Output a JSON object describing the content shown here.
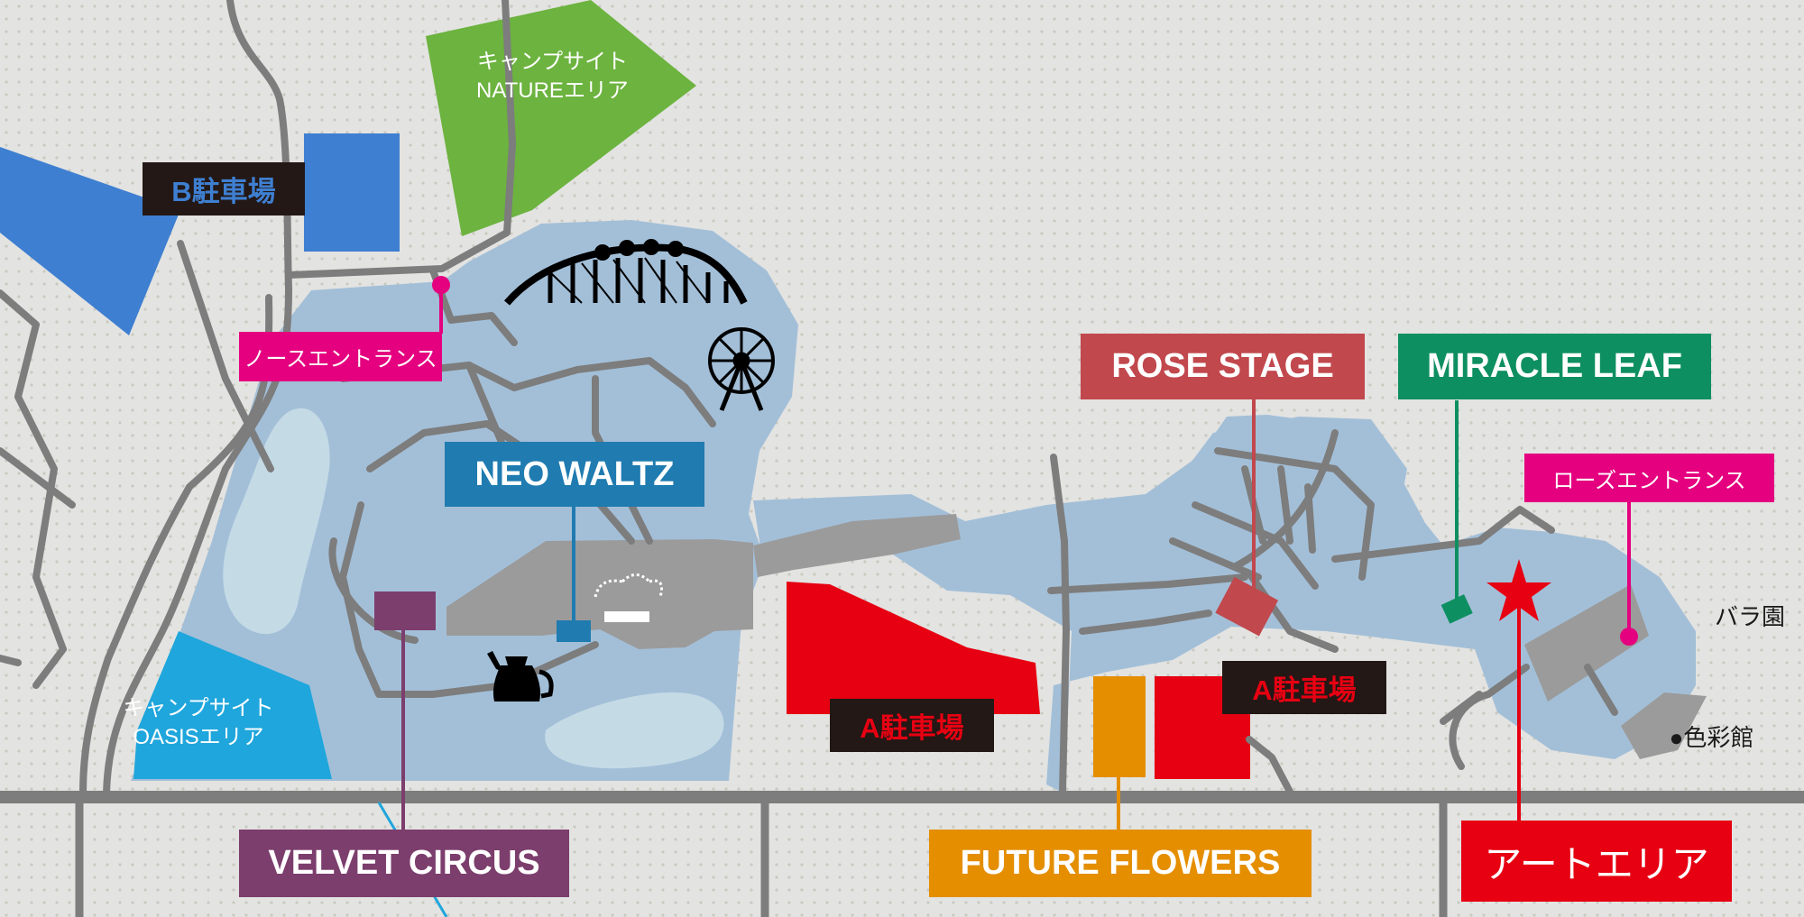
{
  "colors": {
    "background": "#e3e3e1",
    "park_water": "#a3bfd8",
    "pond": "#c4dbe6",
    "road": "#7d7d7d",
    "plaza": "#9b9b9b",
    "b_parking": "#3e7fd1",
    "nature_camp": "#6cb33f",
    "oasis_camp": "#1fa6dc",
    "a_parking": "#e60012",
    "entrance_pink": "#e4007f",
    "neo_waltz": "#1f7bb0",
    "velvet_circus": "#7c3e6d",
    "rose_stage": "#c1484d",
    "miracle_leaf": "#0e8f61",
    "future_flowers": "#e48e00",
    "art_area": "#e60012",
    "label_dark": "#231815"
  },
  "labels": {
    "b_parking": "B駐車場",
    "nature_camp_line1": "キャンプサイト",
    "nature_camp_line2": "NATUREエリア",
    "oasis_camp_line1": "キャンプサイト",
    "oasis_camp_line2": "OASISエリア",
    "north_entrance": "ノースエントランス",
    "neo_waltz": "NEO WALTZ",
    "velvet_circus": "VELVET CIRCUS",
    "rose_stage": "ROSE STAGE",
    "miracle_leaf": "MIRACLE LEAF",
    "rose_entrance": "ローズエントランス",
    "a_parking_left": "A駐車場",
    "a_parking_right": "A駐車場",
    "future_flowers": "FUTURE FLOWERS",
    "art_area": "アートエリア",
    "rose_garden": "バラ園",
    "color_hall": "●色彩館"
  },
  "icons": {
    "roller_coaster": "roller-coaster-icon",
    "ferris_wheel": "ferris-wheel-icon",
    "fountain": "fountain-icon",
    "kettle": "kettle-icon",
    "star": "star-icon"
  }
}
